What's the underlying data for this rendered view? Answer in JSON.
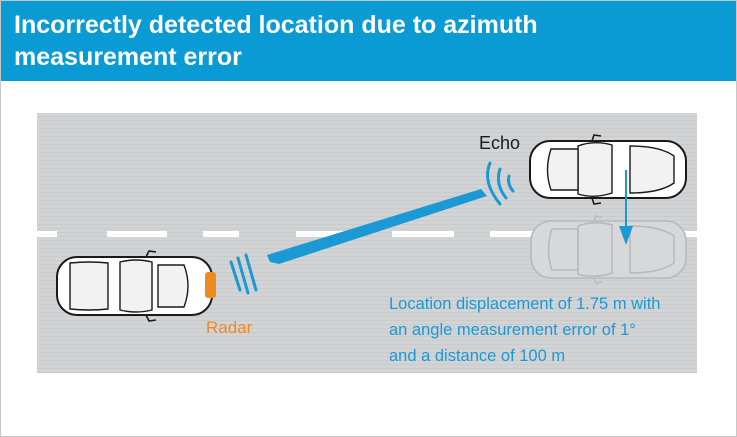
{
  "title": {
    "line1": "Incorrectly detected location due to azimuth",
    "line2": "measurement error"
  },
  "labels": {
    "echo": "Echo",
    "radar": "Radar"
  },
  "note": {
    "line1": "Location displacement of 1.75 m with",
    "line2": "an angle measurement error of 1°",
    "line3": "and a distance of 100 m"
  },
  "colors": {
    "header": "#0a9ad4",
    "road": "#d2d3d5",
    "beam": "#1b99d4",
    "radar": "#ee8a22",
    "lane_marking": "#ffffff",
    "ghost_car": "#b8b9bb"
  }
}
